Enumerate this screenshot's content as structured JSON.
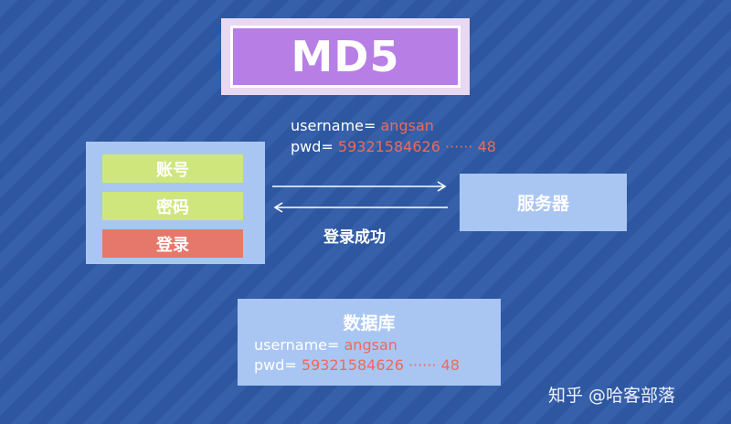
{
  "title": "MD5",
  "request": {
    "username_label": "username=",
    "username_value": "angsan",
    "pwd_label": "pwd=",
    "pwd_value": "59321584626 ······ 48"
  },
  "login_panel": {
    "account_label": "账号",
    "password_label": "密码",
    "login_label": "登录"
  },
  "server_label": "服务器",
  "response_label": "登录成功",
  "database": {
    "title": "数据库",
    "username_label": "username=",
    "username_value": "angsan",
    "pwd_label": "pwd=",
    "pwd_value": "59321584626 ······ 48"
  },
  "watermark": "知乎 @哈客部落",
  "colors": {
    "background": "#2f5aa6",
    "title_fill": "#b77ee6",
    "panel": "#a9c6f3",
    "field_green": "#cfe67c",
    "button_red": "#e6776b",
    "value_red": "#ec6a5c"
  }
}
